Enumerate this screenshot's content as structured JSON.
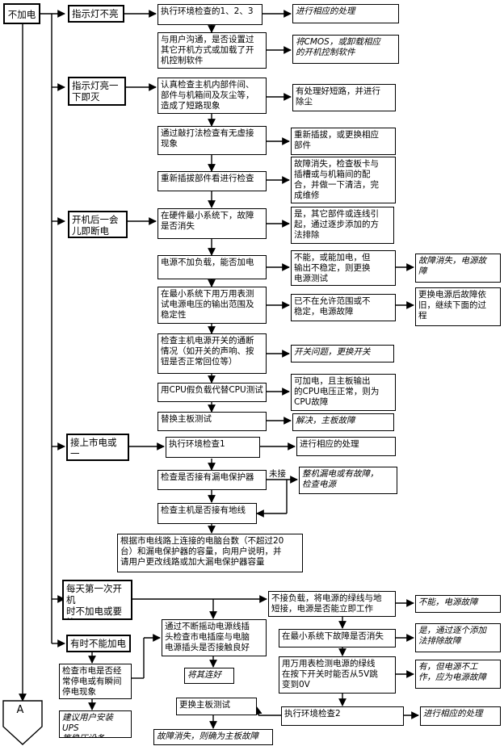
{
  "nodes": {
    "start": "不加电",
    "b1": "指示灯不亮",
    "b2": "指示灯亮一\n下即灭",
    "b3": "开机后一会\n儿即断电",
    "b4": "接上市电或一\n开机市电即断",
    "b5": "每天第一次开机\n时不加电或要等\n很长时间才启动",
    "b6": "有时不能加电",
    "c1": "执行环境检查的1、2、3",
    "c2": "与用户沟通，是否设置过\n其它开机方式或加载了开\n机控制软件",
    "c3": "认真检查主机内部件间、\n部件与机箱间及灰尘等，\n造成了短路现象",
    "c4": "通过敲打法检查有无虚接\n现象",
    "c5": "重新插拔部件看进行检查",
    "c6": "在硬件最小系统下，故障\n是否消失",
    "c7": "电源不加负载，能否加电",
    "c8": "在最小系统下用万用表测\n试电源电压的输出范围及\n稳定性",
    "c9": "检查主机电源开关的通断\n情况（如开关的声响、按\n钮是否正常回位等）",
    "c10": "用CPU假负载代替CPU测试",
    "c11": "替换主板测试",
    "r1": "进行相应的处理",
    "r2": "将CMOS，或卸载相应\n的开机控制软件",
    "r3": "有处理好短路，并进行\n除尘",
    "r4": "重新插拔，或更换相应\n部件",
    "r5": "故障消失，检查板卡与\n插槽或与机箱间的配\n合，并做一下清洁，完\n成维修",
    "r6": "是，其它部件或连线引\n起，通过逐步添加的方\n法排除",
    "r7": "不能，或能加电，但\n输出不稳定，则更换\n电源测试",
    "r7b": "故障消失，电源故\n障",
    "r8": "已不在允许范围或不\n稳定，电源故障",
    "r8b": "更换电源后故障依\n旧，继续下面的过\n程",
    "r9": "开关问题，更换开关",
    "r10": "可加电，且主板输出\n的CPU电压正常，则为\nCPU故障",
    "r11": "解决，主板故障",
    "d1": "执行环境检查1",
    "d1r": "进行相应的处理",
    "d2": "检查是否接有漏电保护器",
    "d2label": "未接",
    "d2r": "整机漏电或有故障，\n检查电源",
    "d3": "检查主机是否接有地线",
    "d4": "根据市电线路上连接的电脑台数（不超过20\n台）和漏电保护器的容量，向用户说明，并\n请用户更改线路或加大漏电保护器容量",
    "e1": "不接负载，将电源的绿线与地\n短接，电源是否能立即工作",
    "e1r": "不能，电源故障",
    "e2": "在最小系统下故障是否消失",
    "e2r": "是，通过逐个添加\n法排除故障",
    "e3": "用万用表检测电源的绿线\n在按下开关时能否从5V跳\n变到0V",
    "e3r": "有，但电源不工\n作，应为电源故障",
    "e4": "执行环境检查2",
    "e4r": "进行相应的处理",
    "f1": "通过不断摇动电源线插\n头检查市电插座与电脑\n电源插头是否接触良好",
    "f1r": "将其连好",
    "f2": "更换主板测试",
    "f2r": "故障消失，则确为主板故障",
    "g1": "检查市电是否经\n常停电或有瞬间\n停电现象",
    "g2": "建议用户安装UPS\n等稳压设备",
    "connector": "A"
  }
}
